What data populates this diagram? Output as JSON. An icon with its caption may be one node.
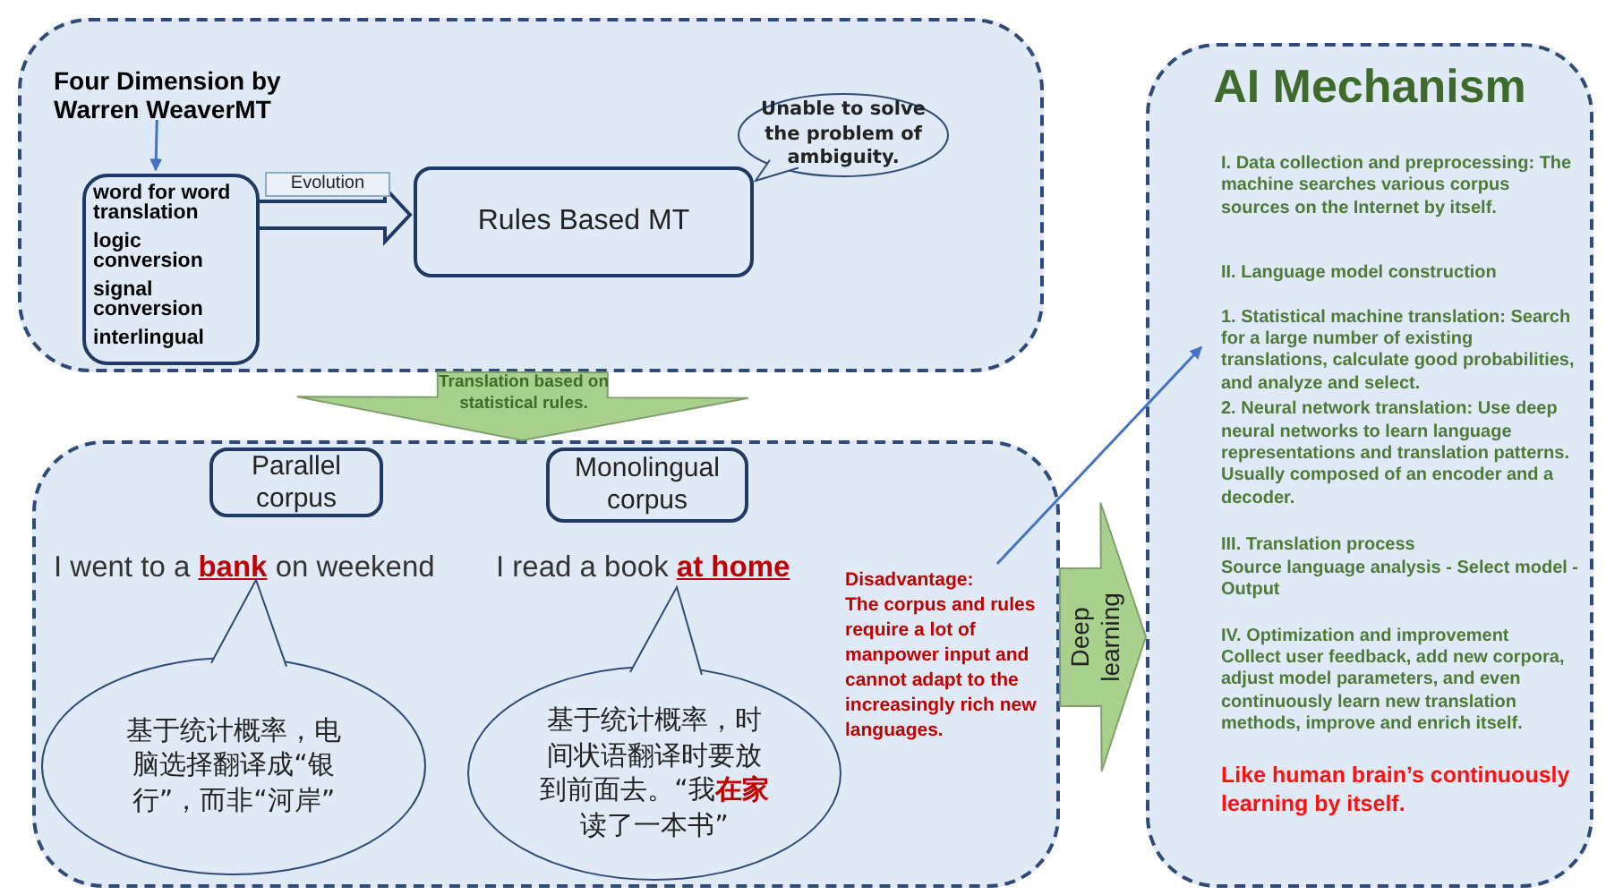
{
  "diagram": {
    "nodes": [
      {
        "text": [],
        "shape": "box"
      },
      {
        "text": [
          "Four Dimension by Warren WeaverMT"
        ],
        "in": 0
      },
      {
        "text": [
          "word for word translation",
          "logic conversion",
          "signal conversion",
          "interlingual"
        ],
        "in": 0
      },
      {
        "text": [
          "Rules Based MT"
        ],
        "in": 0
      },
      {
        "text": [
          "Unable to solve the problem of ambiguity."
        ],
        "in": 0
      },
      {
        "text": [],
        "shape": "box"
      },
      {
        "text": [
          "Parallel corpus"
        ],
        "in": 5
      },
      {
        "text": [
          "Monolingual corpus"
        ],
        "in": 5
      },
      {
        "text": [
          "I went to a **bank** on weekend"
        ],
        "in": 5
      },
      {
        "text": [
          "I read a book **at home**"
        ],
        "in": 5
      },
      {
        "text": [
          "基于统计概率，电脑选择翻译成“银行”，而非“河岸”"
        ],
        "in": 5
      },
      {
        "text": [
          "基于统计概率，时间状语翻译时要放到前面去。“我**在家**读了一本书”"
        ],
        "in": 5
      },
      {
        "text": [
          "Disadvantage:",
          "The corpus and rules require a lot of manpower input and cannot adapt to the increasingly rich new languages."
        ],
        "in": 5
      },
      {
        "text": [
          "AI Mechanism",
          "I. Data collection and preprocessing: The machine searches various corpus sources on the Internet by itself.",
          "II. Language model construction",
          "1. Statistical machine translation: Search for a large number of existing translations, calculate good probabilities, and analyze and select.",
          "2. Neural network translation: Use deep neural networks to learn language representations and translation patterns. Usually composed of an encoder and a decoder.",
          "III. Translation process",
          "Source language analysis - Select model - Output",
          "IV. Optimization and improvement",
          "Collect user feedback, add new corpora, adjust model parameters, and even continuously learn new translation methods, improve and enrich itself.",
          "Like human brain’s continuously learning by itself."
        ]
      }
    ],
    "edges": [
      {
        "from": 1,
        "to": 2,
        "arrow": "to",
        "color": "#4472c4"
      },
      {
        "from": 2,
        "to": 3,
        "arrow": "to",
        "label": "Evolution",
        "style": "thick"
      },
      {
        "from": 0,
        "to": 5,
        "arrow": "to",
        "label": "Translation based on statistical rules.",
        "style": "thick",
        "color": "#a9d18e"
      },
      {
        "from": 5,
        "to": 13,
        "arrow": "to",
        "label": "Deep learning",
        "style": "thick",
        "color": "#a9d18e"
      },
      {
        "from": 12,
        "to": 13,
        "arrow": "to",
        "color": "#4472c4"
      }
    ]
  }
}
